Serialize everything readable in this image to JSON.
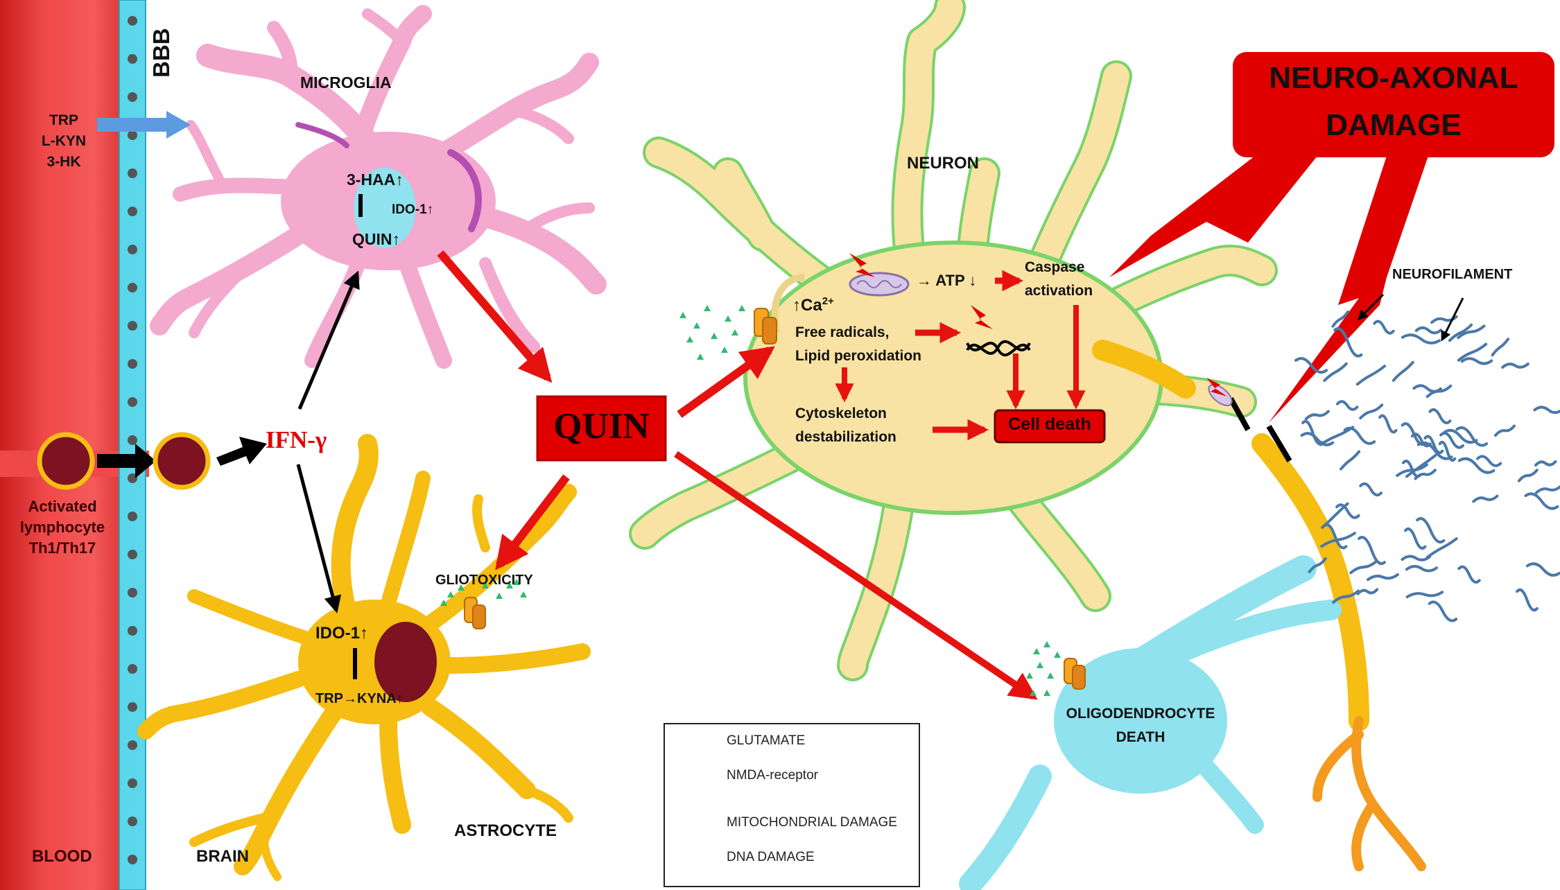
{
  "labels": {
    "bbb": "BBB",
    "blood": "BLOOD",
    "brain": "BRAIN",
    "trp_list": [
      "TRP",
      "L-KYN",
      "3-HK"
    ],
    "microglia": "MICROGLIA",
    "haa": "3-HAA↑",
    "ido_microglia": "IDO-1↑",
    "quin_microglia": "QUIN↑",
    "ifn": "IFN-γ",
    "lymphocyte": [
      "Activated",
      "lymphocyte",
      "Th1/Th17"
    ],
    "quin": "QUIN",
    "gliotoxicity": "GLIOTOXICITY",
    "ido_astro": "IDO-1↑",
    "trp_kyna": "TRP→KYNA↑",
    "astrocyte": "ASTROCYTE",
    "neuron": "NEURON",
    "atp": "→ ATP ↓",
    "caspase": [
      "Caspase",
      "activation"
    ],
    "ca_main": "↑Ca",
    "ca_sup": "2+",
    "free_radicals": [
      "Free radicals,",
      "Lipid peroxidation"
    ],
    "cytoskeleton": [
      "Cytoskeleton",
      "destabilization"
    ],
    "cell_death": "Cell death",
    "nad_title": [
      "NEURO-AXONAL",
      "DAMAGE"
    ],
    "neurofilament": "NEUROFILAMENT",
    "oligo": [
      "OLIGODENDROCYTE",
      "DEATH"
    ]
  },
  "legend": {
    "items": [
      "GLUTAMATE",
      "NMDA-receptor",
      "MITOCHONDRIAL DAMAGE",
      "DNA DAMAGE"
    ]
  },
  "colors": {
    "blood": "#ef4848",
    "bbb": "#5bd6ea",
    "microglia": "#f4a9cf",
    "astrocyte": "#f6bd12",
    "neuron": "#f8e3a4",
    "neuron_outline": "#7bd36a",
    "oligodendrocyte": "#8fe2ee",
    "arrow_red": "#e5120f",
    "quin_box": "#e00000",
    "nucleus": "#7c1222",
    "neurofilament": "#4a78a8"
  }
}
